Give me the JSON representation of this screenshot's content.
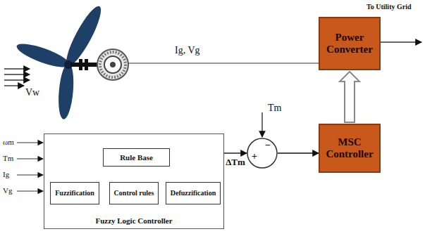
{
  "diagram": {
    "nodes": [
      {
        "text": [
          "Power Converter"
        ]
      },
      {
        "text": [
          "MSC Controller"
        ]
      },
      {
        "text": [
          "Fuzzy Logic Controller"
        ]
      },
      {
        "text": [
          "Rule Base"
        ],
        "in": 2
      },
      {
        "text": [
          "Fuzzification"
        ],
        "in": 2
      },
      {
        "text": [
          "Control rules"
        ],
        "in": 2
      },
      {
        "text": [
          "Defuzzification"
        ],
        "in": 2
      },
      {
        "text": [
          "+",
          "−"
        ]
      }
    ],
    "edges": [
      {
        "from": 3,
        "to": 5,
        "arrow": "to"
      },
      {
        "from": 4,
        "to": 5,
        "arrow": "to"
      },
      {
        "from": 5,
        "to": 6,
        "arrow": "to"
      },
      {
        "from": 2,
        "to": 7,
        "arrow": "to",
        "label": "ΔTm"
      },
      {
        "from": 7,
        "to": 1,
        "arrow": "to"
      },
      {
        "from": 1,
        "to": 0,
        "arrow": "to"
      }
    ],
    "labels": [
      "Ig, Vg",
      "To Utility Grid",
      "Vw",
      "Tm",
      "ωm",
      "Tm",
      "Ig",
      "Vg"
    ]
  }
}
